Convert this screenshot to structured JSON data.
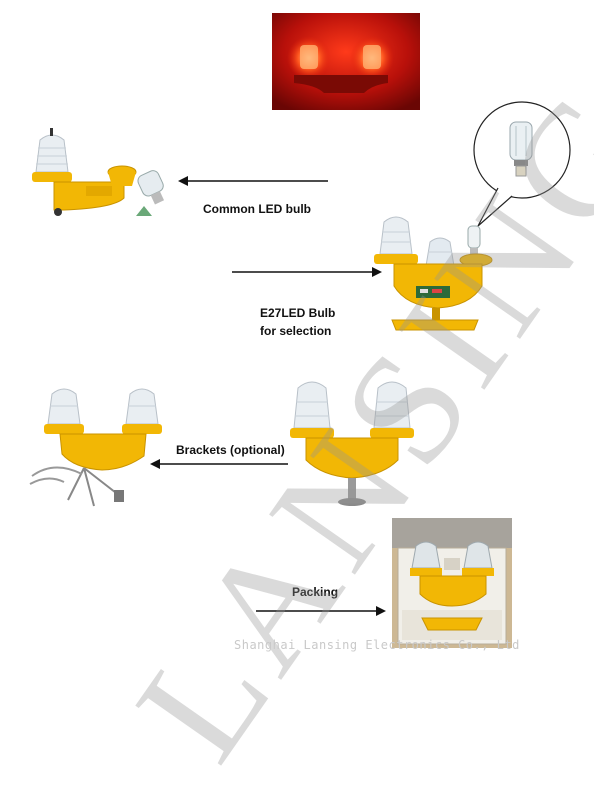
{
  "labels": {
    "common_led": "Common LED bulb",
    "e27_line1": "E27LED Bulb",
    "e27_line2": "for selection",
    "brackets": "Brackets (optional)",
    "packing": "Packing"
  },
  "watermark": "LANSING",
  "footer": "Shanghai Lansing Electronics Co., Ltd",
  "colors": {
    "housing_yellow": "#f2b705",
    "lamp_red": "#e11a0c",
    "lens_white": "#e9eef2"
  }
}
